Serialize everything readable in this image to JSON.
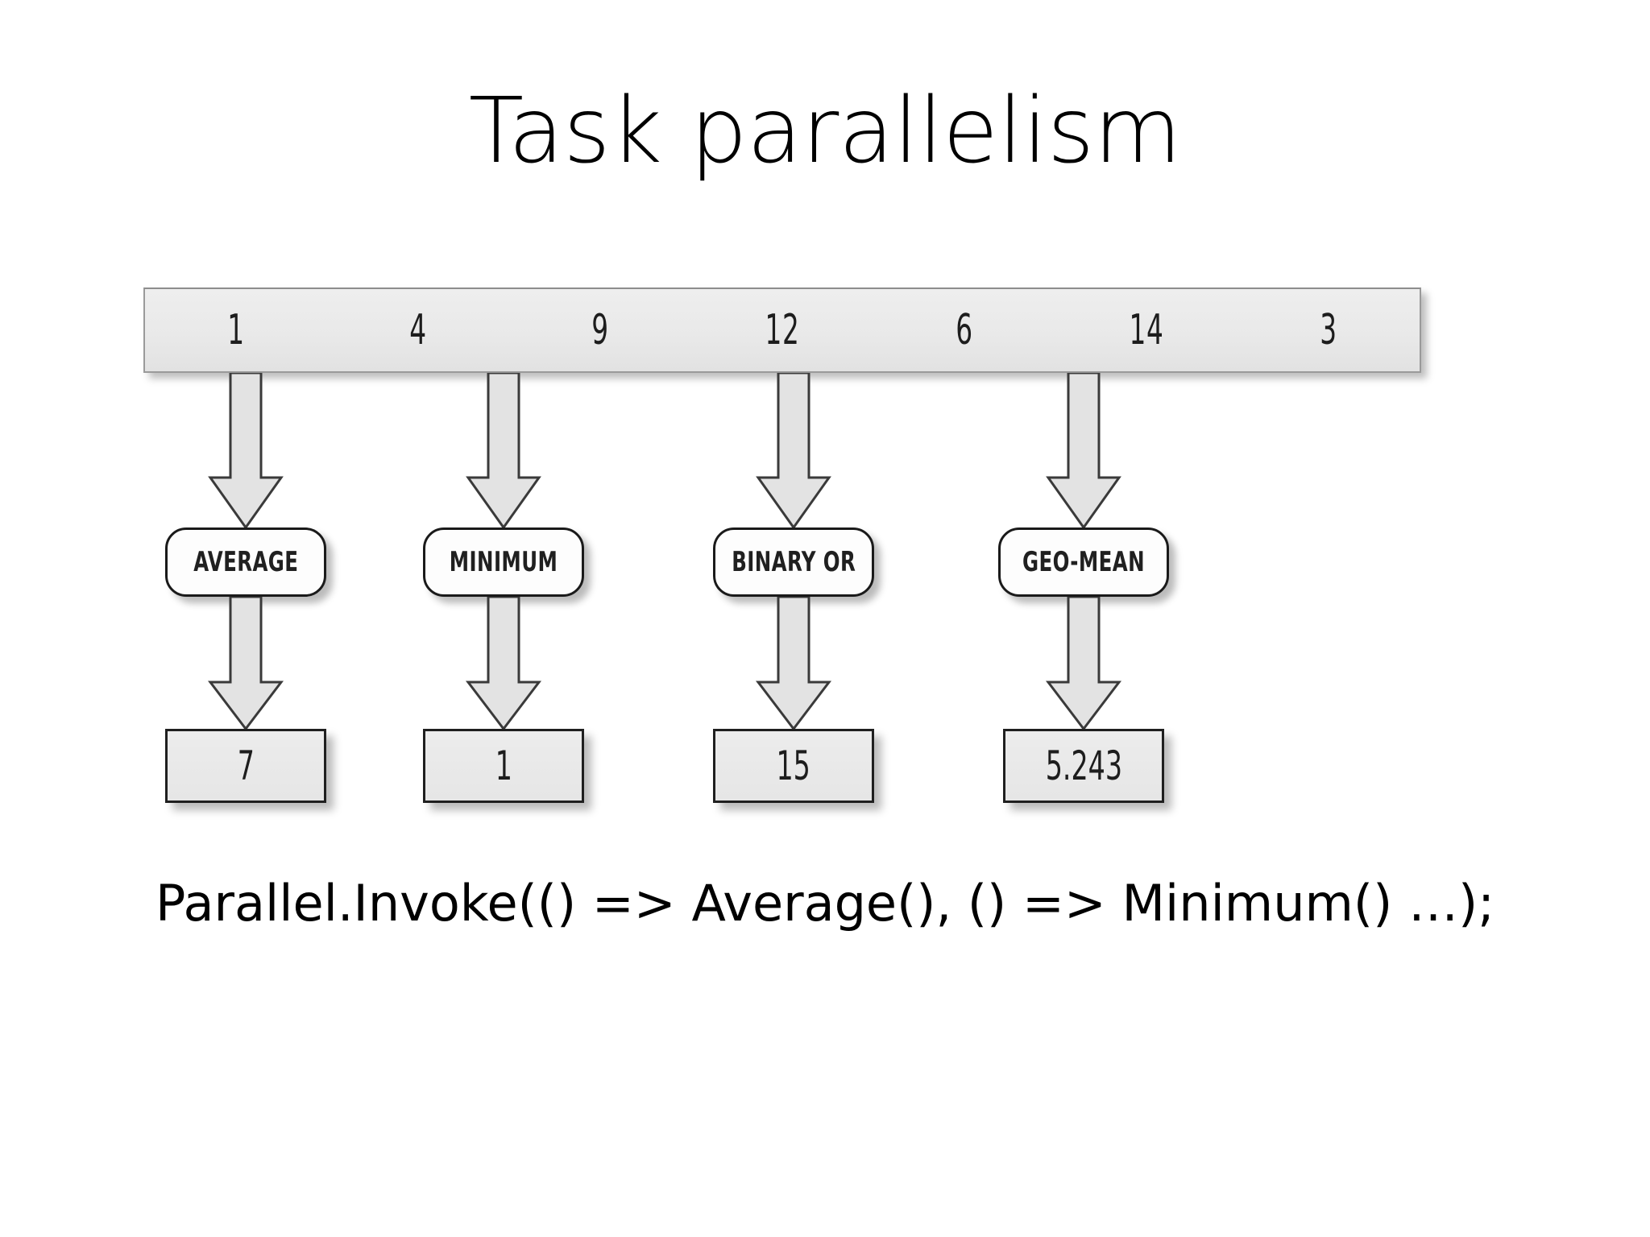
{
  "slide": {
    "title": "Task parallelism",
    "caption": "Parallel.Invoke(() => Average(), () => Minimum() …);"
  },
  "diagram": {
    "input_bar": {
      "name": "input-data-bar",
      "values": [
        "1",
        "4",
        "9",
        "12",
        "6",
        "14",
        "3"
      ]
    },
    "columns": [
      {
        "operation": "AVERAGE",
        "result": "7"
      },
      {
        "operation": "MINIMUM",
        "result": "1"
      },
      {
        "operation": "BINARY OR",
        "result": "15"
      },
      {
        "operation": "GEO-MEAN",
        "result": "5.243"
      }
    ]
  },
  "colors": {
    "bar_fill": "#e9e9e9",
    "bar_border": "#9a9a9a",
    "arrow_fill": "#e3e3e3",
    "arrow_stroke": "#3a3a3a",
    "pill_fill": "#fdfdfd",
    "pill_border": "#1a1a1a",
    "result_fill": "#ececec",
    "result_border": "#1f1f1f",
    "text": "#000000",
    "background": "#ffffff"
  }
}
